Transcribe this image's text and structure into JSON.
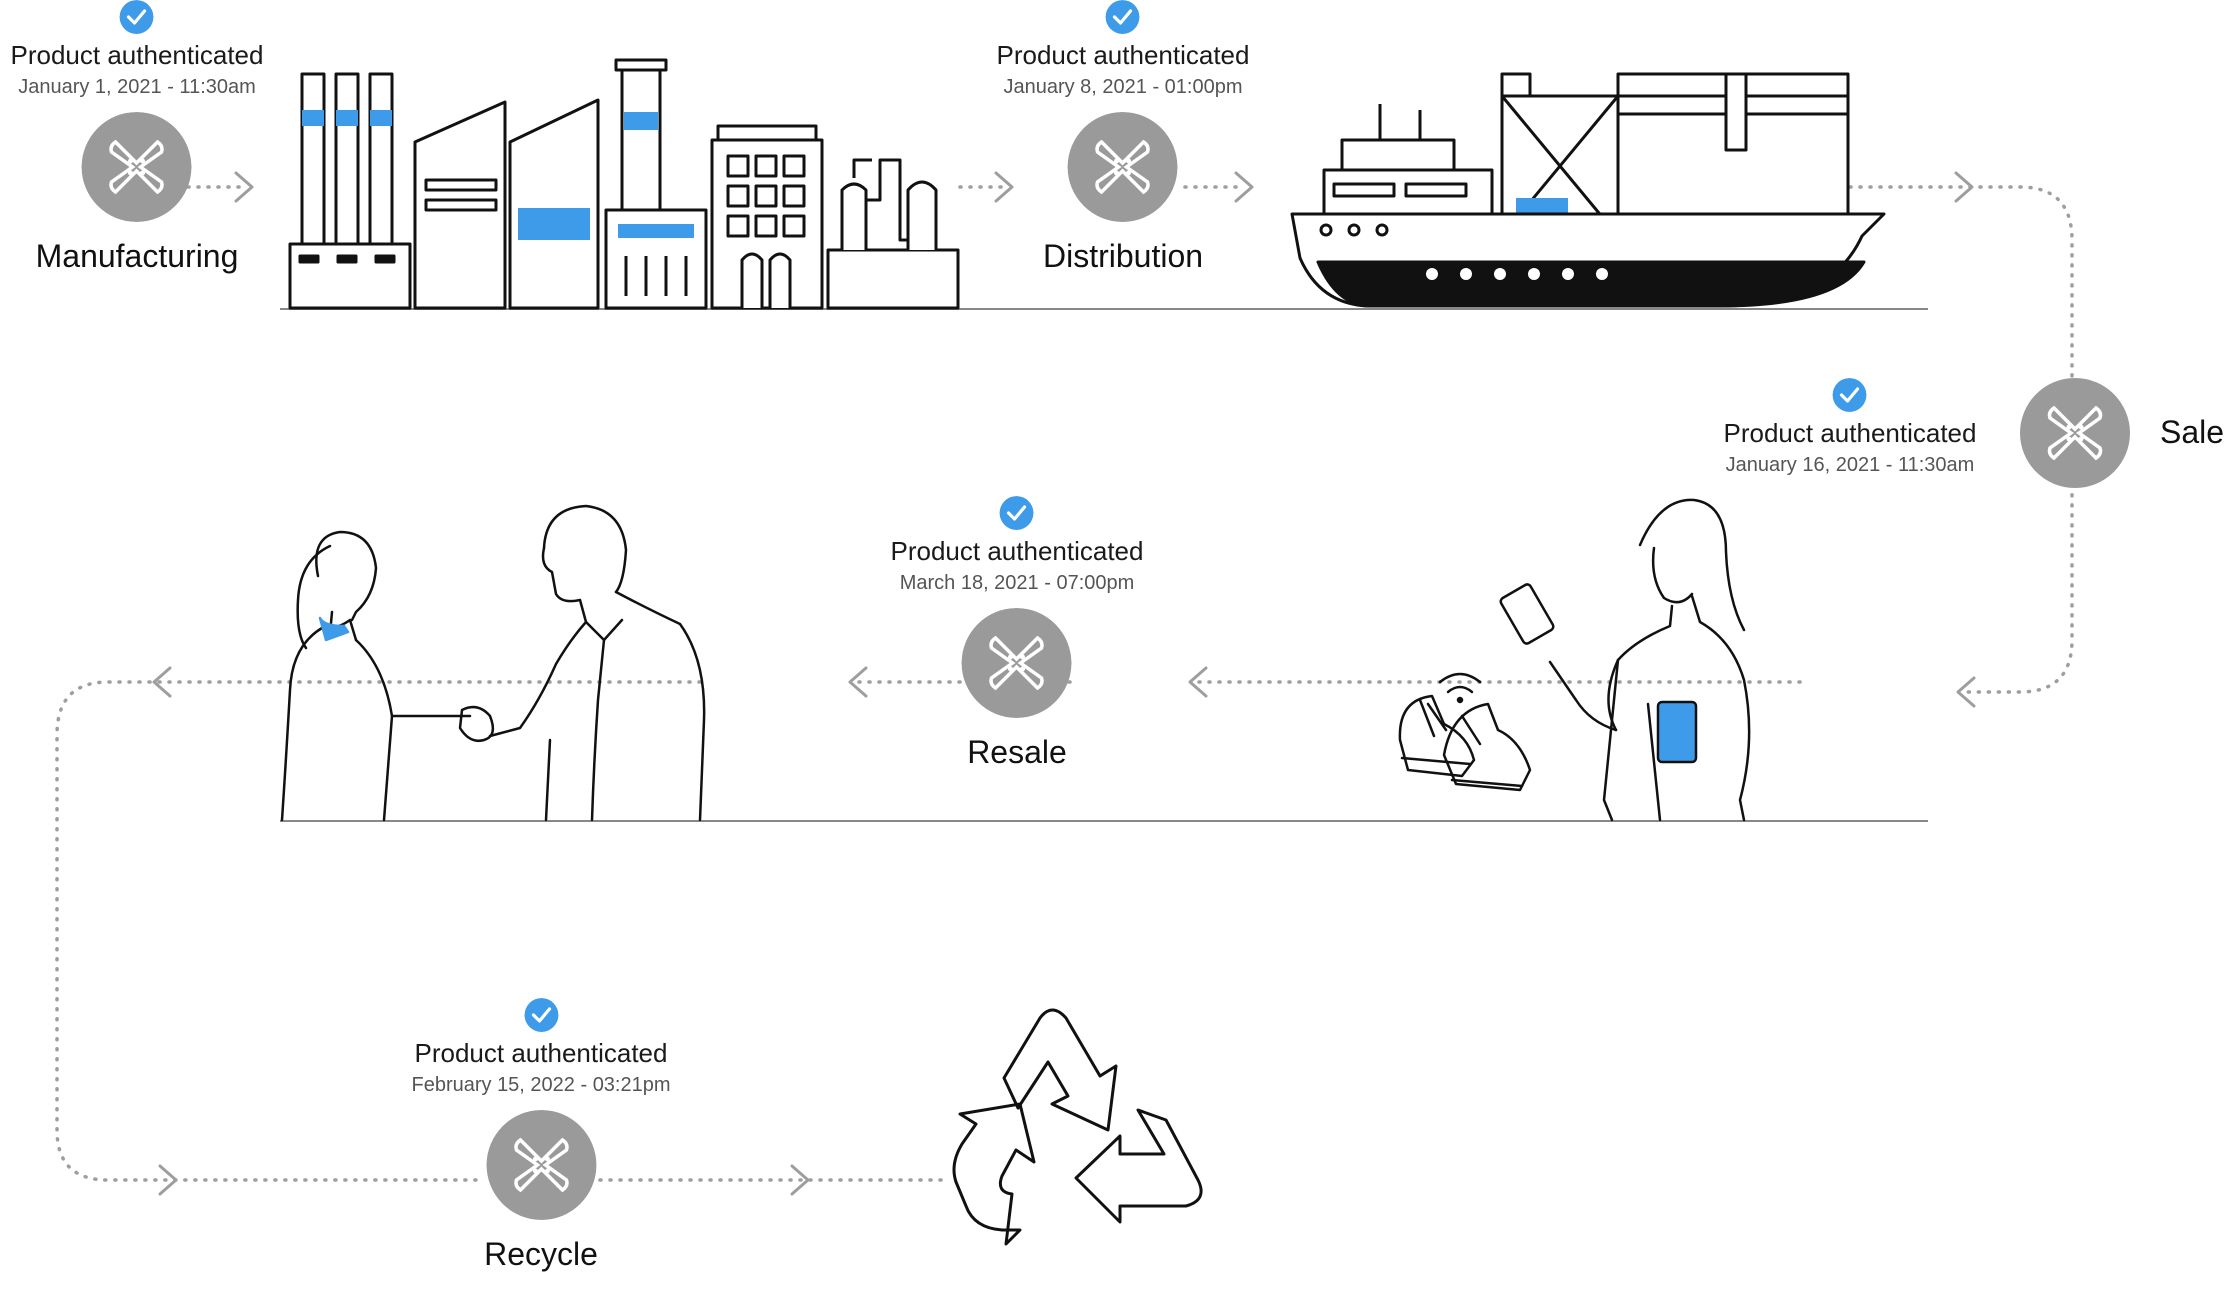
{
  "colors": {
    "accent": "#3d9be9",
    "node_fill": "#9a9a9a",
    "path_dots": "#9e9e9e",
    "ink": "#111111"
  },
  "stages": [
    {
      "name": "Manufacturing",
      "status": "Product authenticated",
      "date": "January 1, 2021 - 11:30am",
      "icon": "stitch-x-icon"
    },
    {
      "name": "Distribution",
      "status": "Product authenticated",
      "date": "January 8, 2021 - 01:00pm",
      "icon": "stitch-x-icon"
    },
    {
      "name": "Sale",
      "status": "Product authenticated",
      "date": "January 16, 2021 - 11:30am",
      "icon": "stitch-x-icon"
    },
    {
      "name": "Resale",
      "status": "Product authenticated",
      "date": "March 18, 2021 - 07:00pm",
      "icon": "stitch-x-icon"
    },
    {
      "name": "Recycle",
      "status": "Product authenticated",
      "date": "February 15, 2022 - 03:21pm",
      "icon": "stitch-x-icon"
    }
  ],
  "illustrations": [
    "factory-illustration",
    "cargo-ship-illustration",
    "shopper-with-sneakers-illustration",
    "handshake-illustration",
    "recycle-symbol-illustration"
  ]
}
